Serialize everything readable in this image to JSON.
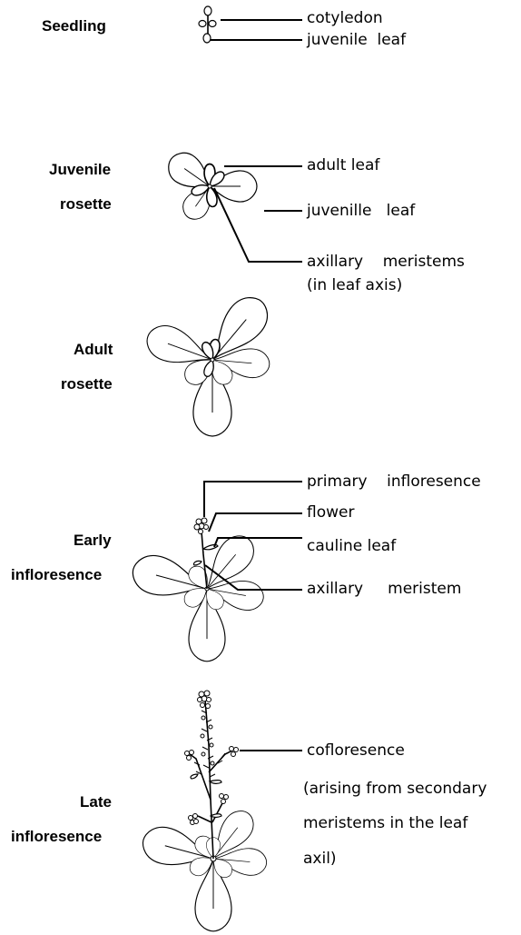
{
  "stages": {
    "seedling": "Seedling",
    "juvenile_1": "Juvenile",
    "juvenile_2": "rosette",
    "adult_1": "Adult",
    "adult_2": "rosette",
    "early_1": "Early",
    "early_2": "infloresence",
    "late_1": "Late",
    "late_2": "infloresence"
  },
  "annotations": {
    "cotyledon": "cotyledon",
    "juvenile_leaf": "juvenile  leaf",
    "adult_leaf": "adult leaf",
    "juvenille_leaf": "juvenille   leaf",
    "axillary_meristems_1": "axillary    meristems",
    "axillary_meristems_2": "(in leaf axis)",
    "primary_infloresence": "primary    infloresence",
    "flower": "flower",
    "cauline_leaf": "cauline leaf",
    "axillary_meristem": "axillary     meristem",
    "cofloresence": "cofloresence",
    "arising_1": "(arising from secondary",
    "arising_2": "meristems in the leaf",
    "arising_3": "axil)"
  }
}
